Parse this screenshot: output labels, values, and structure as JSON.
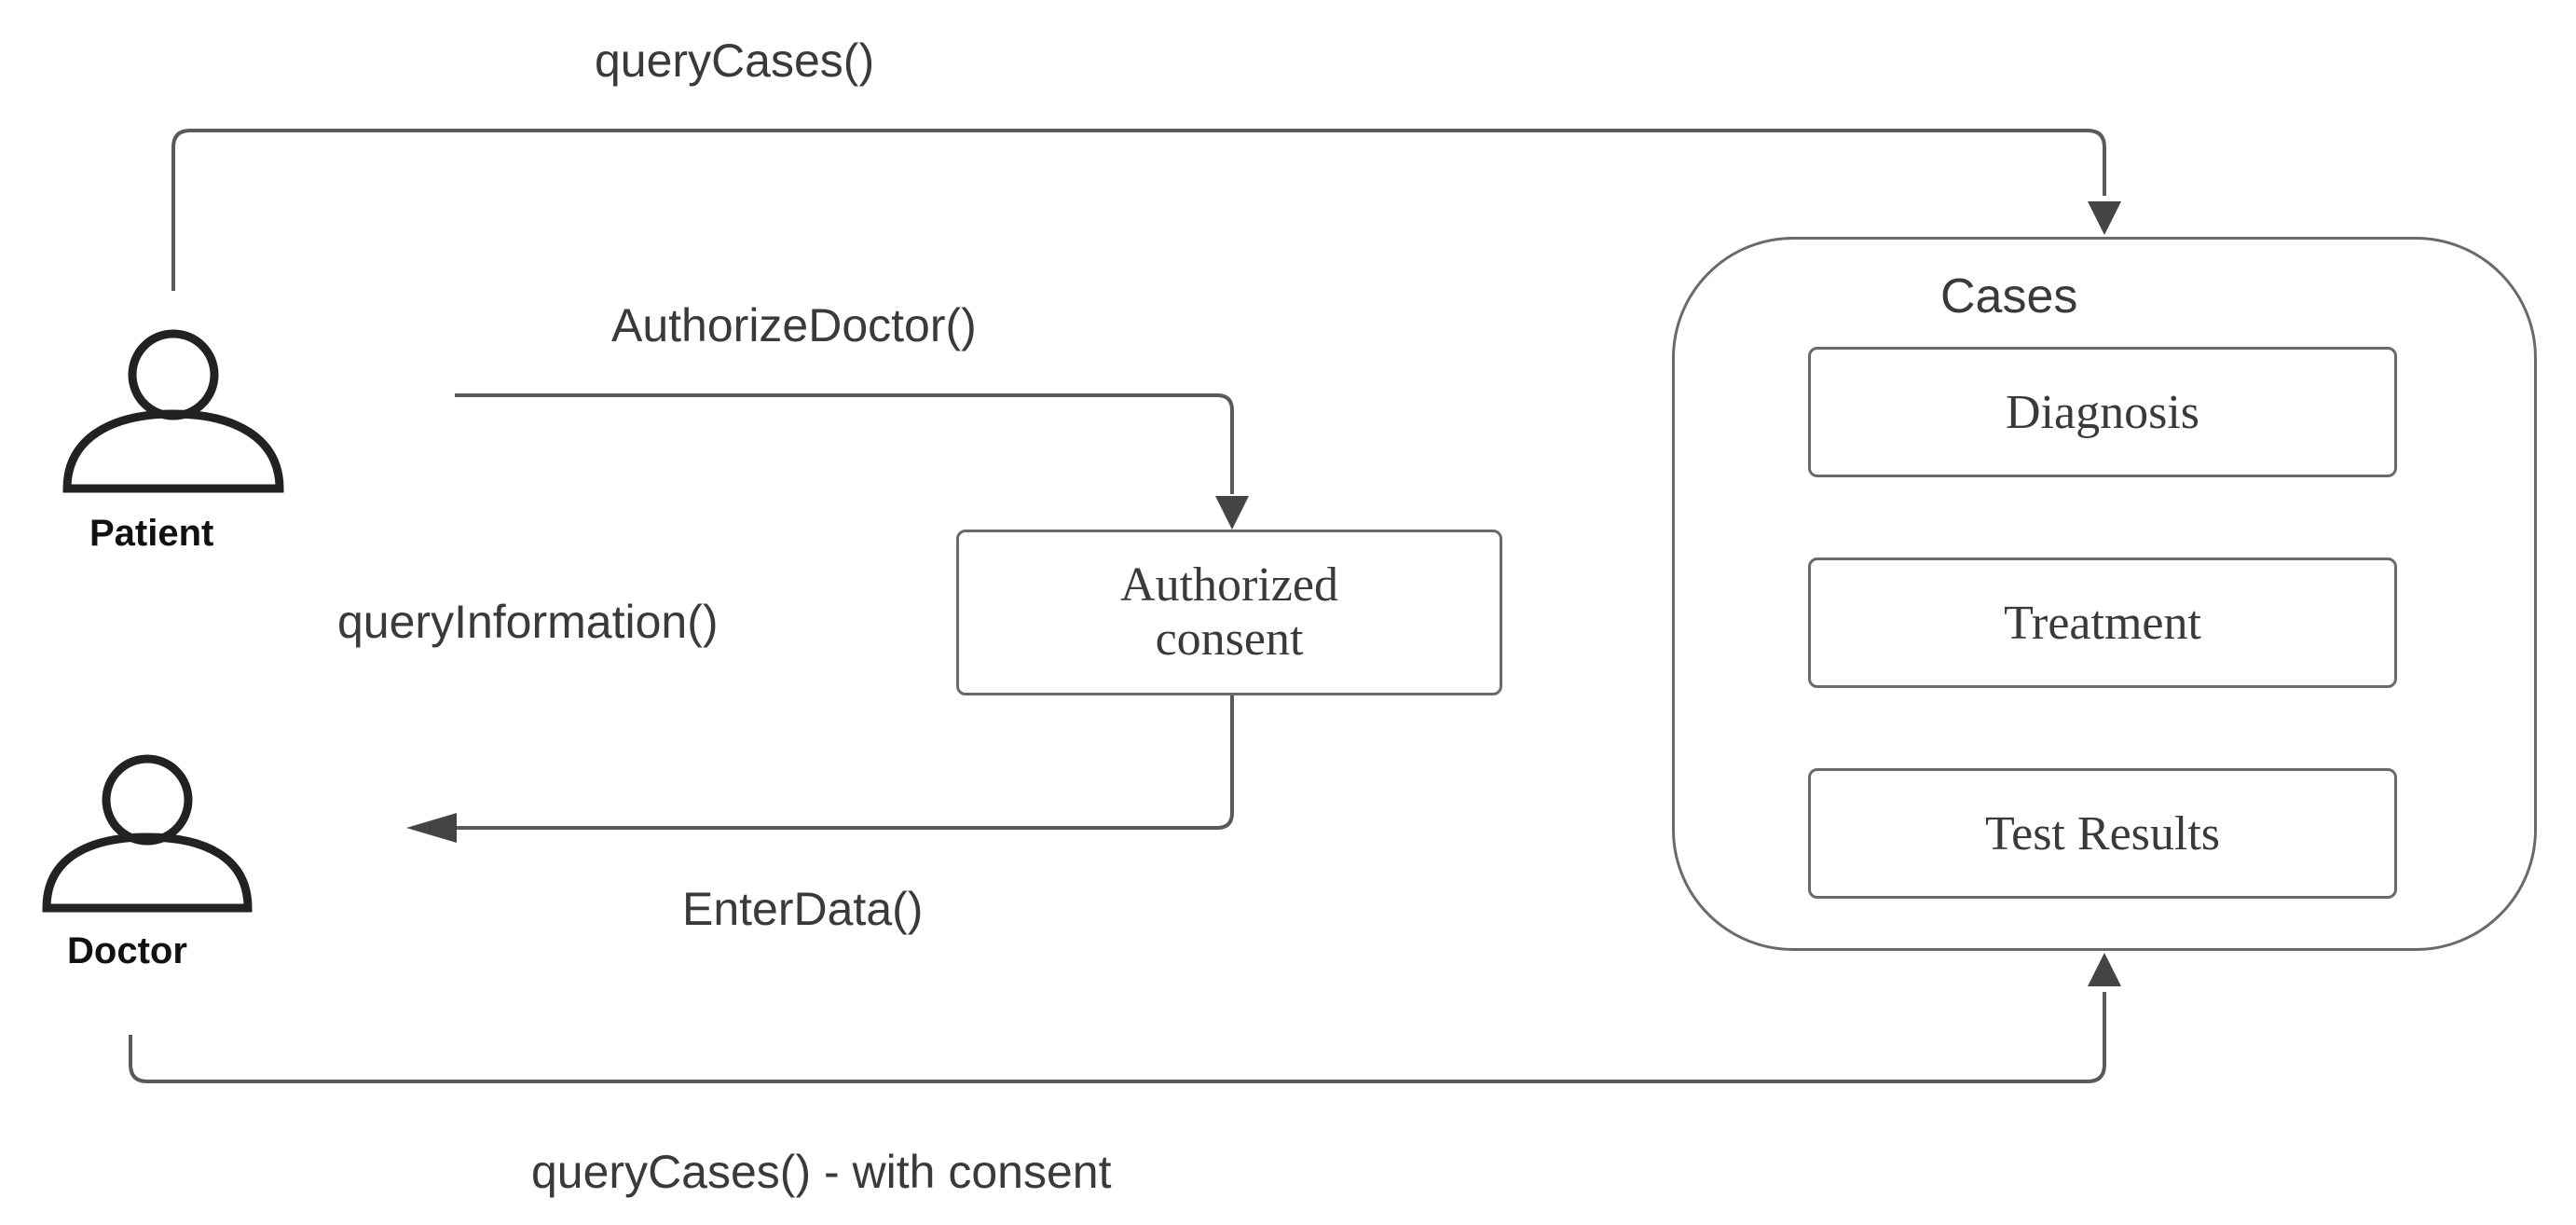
{
  "actors": {
    "patient": "Patient",
    "doctor": "Doctor"
  },
  "calls": {
    "query_cases": "queryCases()",
    "authorize_doctor": "AuthorizeDoctor()",
    "query_information": "queryInformation()",
    "enter_data": "EnterData()",
    "query_cases_consent": "queryCases() - with consent"
  },
  "consent_box": {
    "line1": "Authorized",
    "line2": "consent"
  },
  "cases": {
    "title": "Cases",
    "items": [
      "Diagnosis",
      "Treatment",
      "Test Results"
    ]
  }
}
